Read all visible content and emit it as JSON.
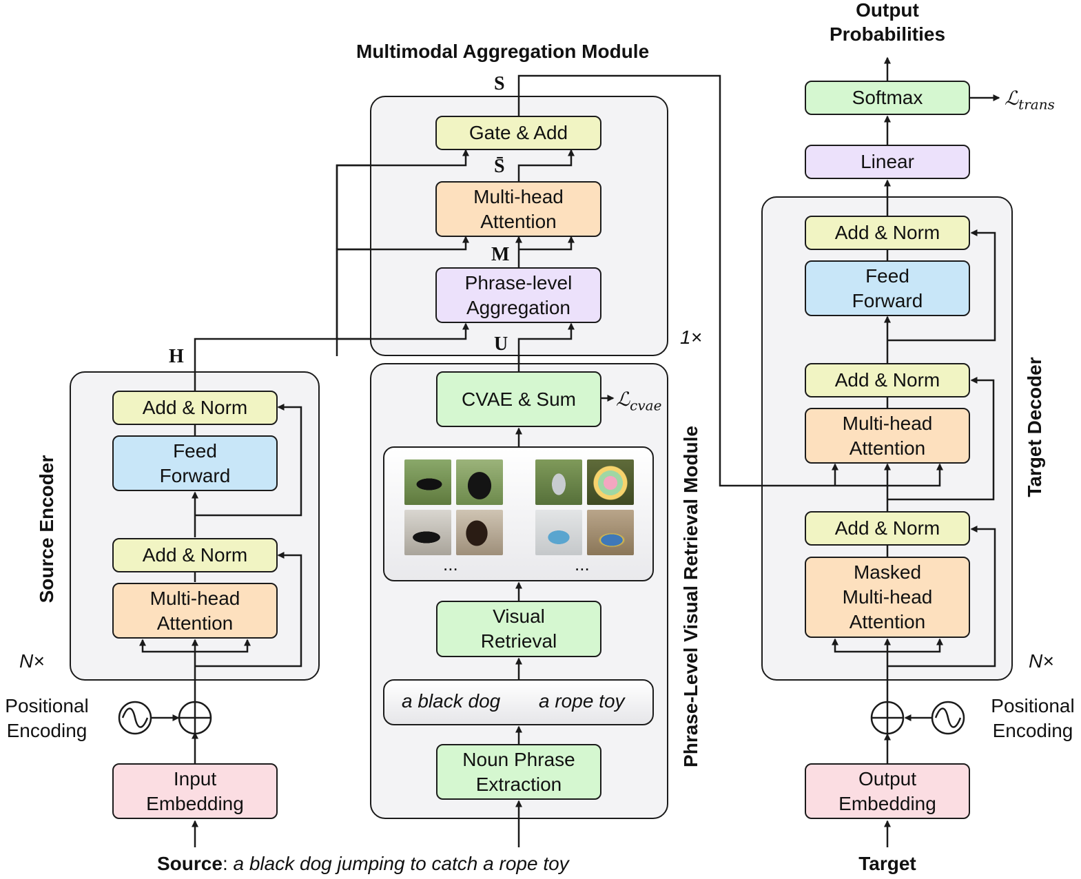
{
  "title": "Multimodal Aggregation Module",
  "output": "Output\nProbabilities",
  "modules": {
    "source_encoder": "Source Encoder",
    "retrieval": "Phrase-Level Visual Retrieval Module",
    "decoder": "Target Decoder"
  },
  "repeat": {
    "encoder": "N×",
    "aggregation": "1×",
    "decoder": "N×"
  },
  "symbols": {
    "S": "S",
    "S_bar": "S̄",
    "M": "M",
    "U": "U",
    "H": "H"
  },
  "losses": {
    "trans": {
      "script": "ℒ",
      "sub": "trans"
    },
    "cvae": {
      "script": "ℒ",
      "sub": "cvae"
    }
  },
  "encoder": {
    "add_norm_top": "Add & Norm",
    "feed_forward": "Feed\nForward",
    "add_norm_bottom": "Add & Norm",
    "attention": "Multi-head\nAttention",
    "positional": "Positional\nEncoding",
    "embedding": "Input\nEmbedding"
  },
  "aggregation": {
    "gate": "Gate & Add",
    "attention": "Multi-head\nAttention",
    "phrase_agg": "Phrase-level\nAggregation"
  },
  "retrieval": {
    "cvae": "CVAE & Sum",
    "ellipsis": "...",
    "visual_retrieval": "Visual\nRetrieval",
    "phrase1": "a black dog",
    "phrase2": "a rope toy",
    "noun_phrase": "Noun Phrase\nExtraction"
  },
  "decoder": {
    "softmax": "Softmax",
    "linear": "Linear",
    "add_norm_3": "Add & Norm",
    "feed_forward": "Feed\nForward",
    "add_norm_2": "Add & Norm",
    "cross_attention": "Multi-head\nAttention",
    "add_norm_1": "Add & Norm",
    "masked_attention": "Masked\nMulti-head\nAttention",
    "positional": "Positional\nEncoding",
    "embedding": "Output\nEmbedding"
  },
  "source": {
    "label": "Source",
    "sep": ": ",
    "text": "a black dog jumping to catch a rope toy"
  },
  "target": "Target",
  "colors": {
    "add_norm": "#f1f4c3",
    "attention": "#fde0be",
    "feed_forward": "#c8e6f8",
    "green": "#d5f7d0",
    "purple": "#ece1fb",
    "embedding": "#fbdde2",
    "module_bg": "#f3f3f5"
  }
}
